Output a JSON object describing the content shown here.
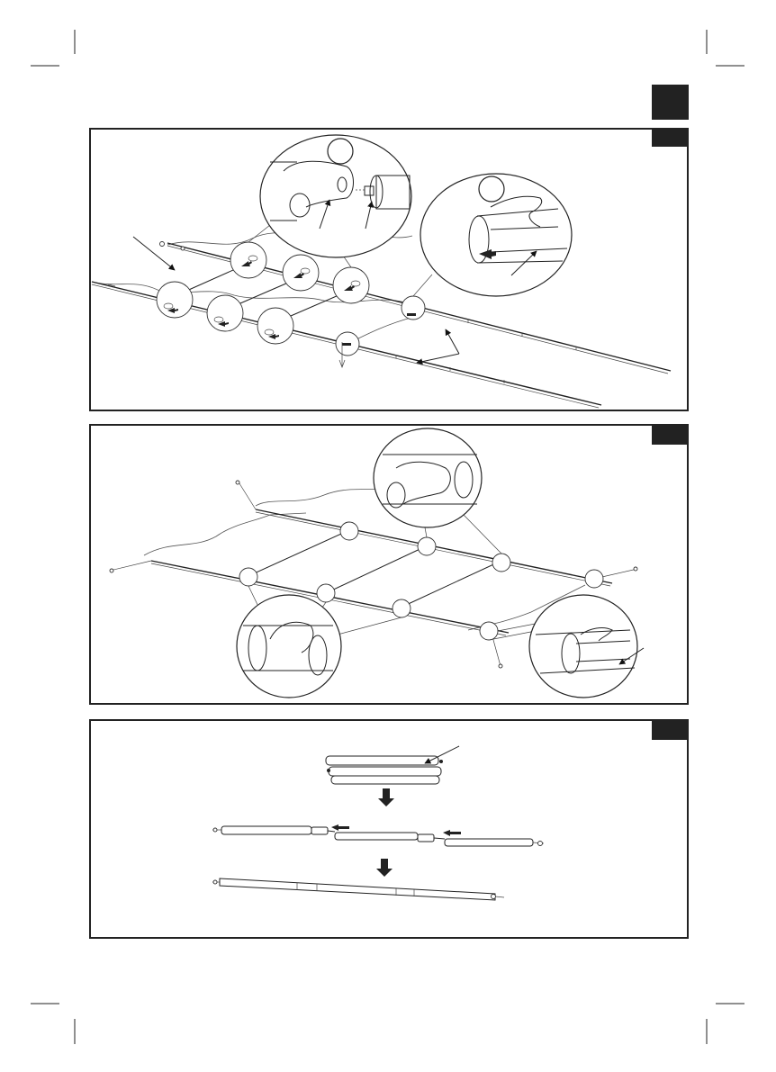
{
  "page": {
    "corner_tab_color": "#222222",
    "line_color": "#222222"
  },
  "panels": [
    {
      "id": "panel-1",
      "step_tab_color": "#222222"
    },
    {
      "id": "panel-2",
      "step_tab_color": "#222222"
    },
    {
      "id": "panel-3",
      "step_tab_color": "#222222"
    }
  ],
  "icons": {
    "down_arrow": "down-arrow-icon",
    "pointer_arrow": "pointer-arrow-icon",
    "push_arrow": "push-arrow-icon"
  }
}
